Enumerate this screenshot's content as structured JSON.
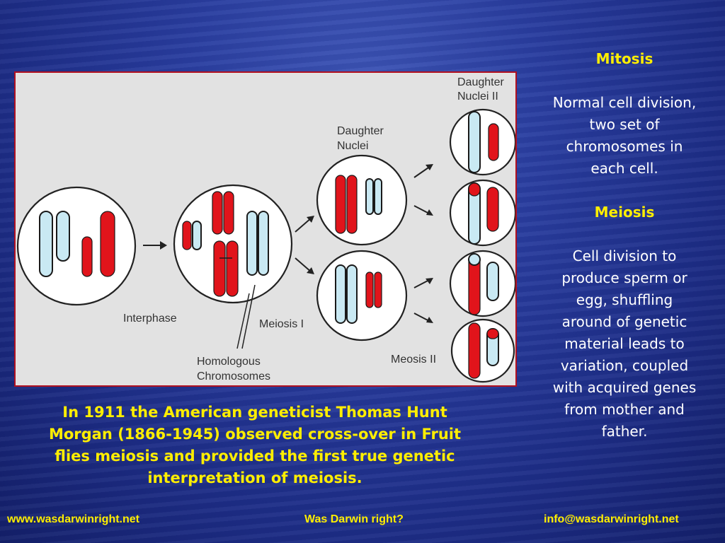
{
  "diagram": {
    "labels": {
      "daughter_nuclei_ii": [
        "Daughter",
        "Nuclei II"
      ],
      "daughter_nuclei": [
        "Daughter",
        "Nuclei"
      ],
      "interphase": "Interphase",
      "meiosis_i": "Meiosis I",
      "meiosis_ii": "Meosis II",
      "homologous": [
        "Homologous",
        "Chromosomes"
      ]
    },
    "colors": {
      "paternal": "#e1141b",
      "maternal": "#c9e9f3",
      "border": "#b01020"
    }
  },
  "side": {
    "mitosis_title": "Mitosis",
    "mitosis_text": [
      "Normal cell division,",
      "two set of",
      "chromosomes in",
      "each cell."
    ],
    "meiosis_title": "Meiosis",
    "meiosis_text": [
      "Cell division to",
      "produce sperm or",
      "egg, shuffling",
      "around of genetic",
      "material leads to",
      "variation, coupled",
      "with acquired genes",
      "from mother and",
      "father."
    ]
  },
  "caption": [
    "In 1911 the American geneticist Thomas Hunt",
    "Morgan (1866-1945) observed cross-over in Fruit",
    "flies meiosis and provided the first true genetic",
    "interpretation of meiosis."
  ],
  "footer": {
    "website": "www.wasdarwinright.net",
    "title": "Was Darwin right?",
    "email": "info@wasdarwinright.net"
  }
}
